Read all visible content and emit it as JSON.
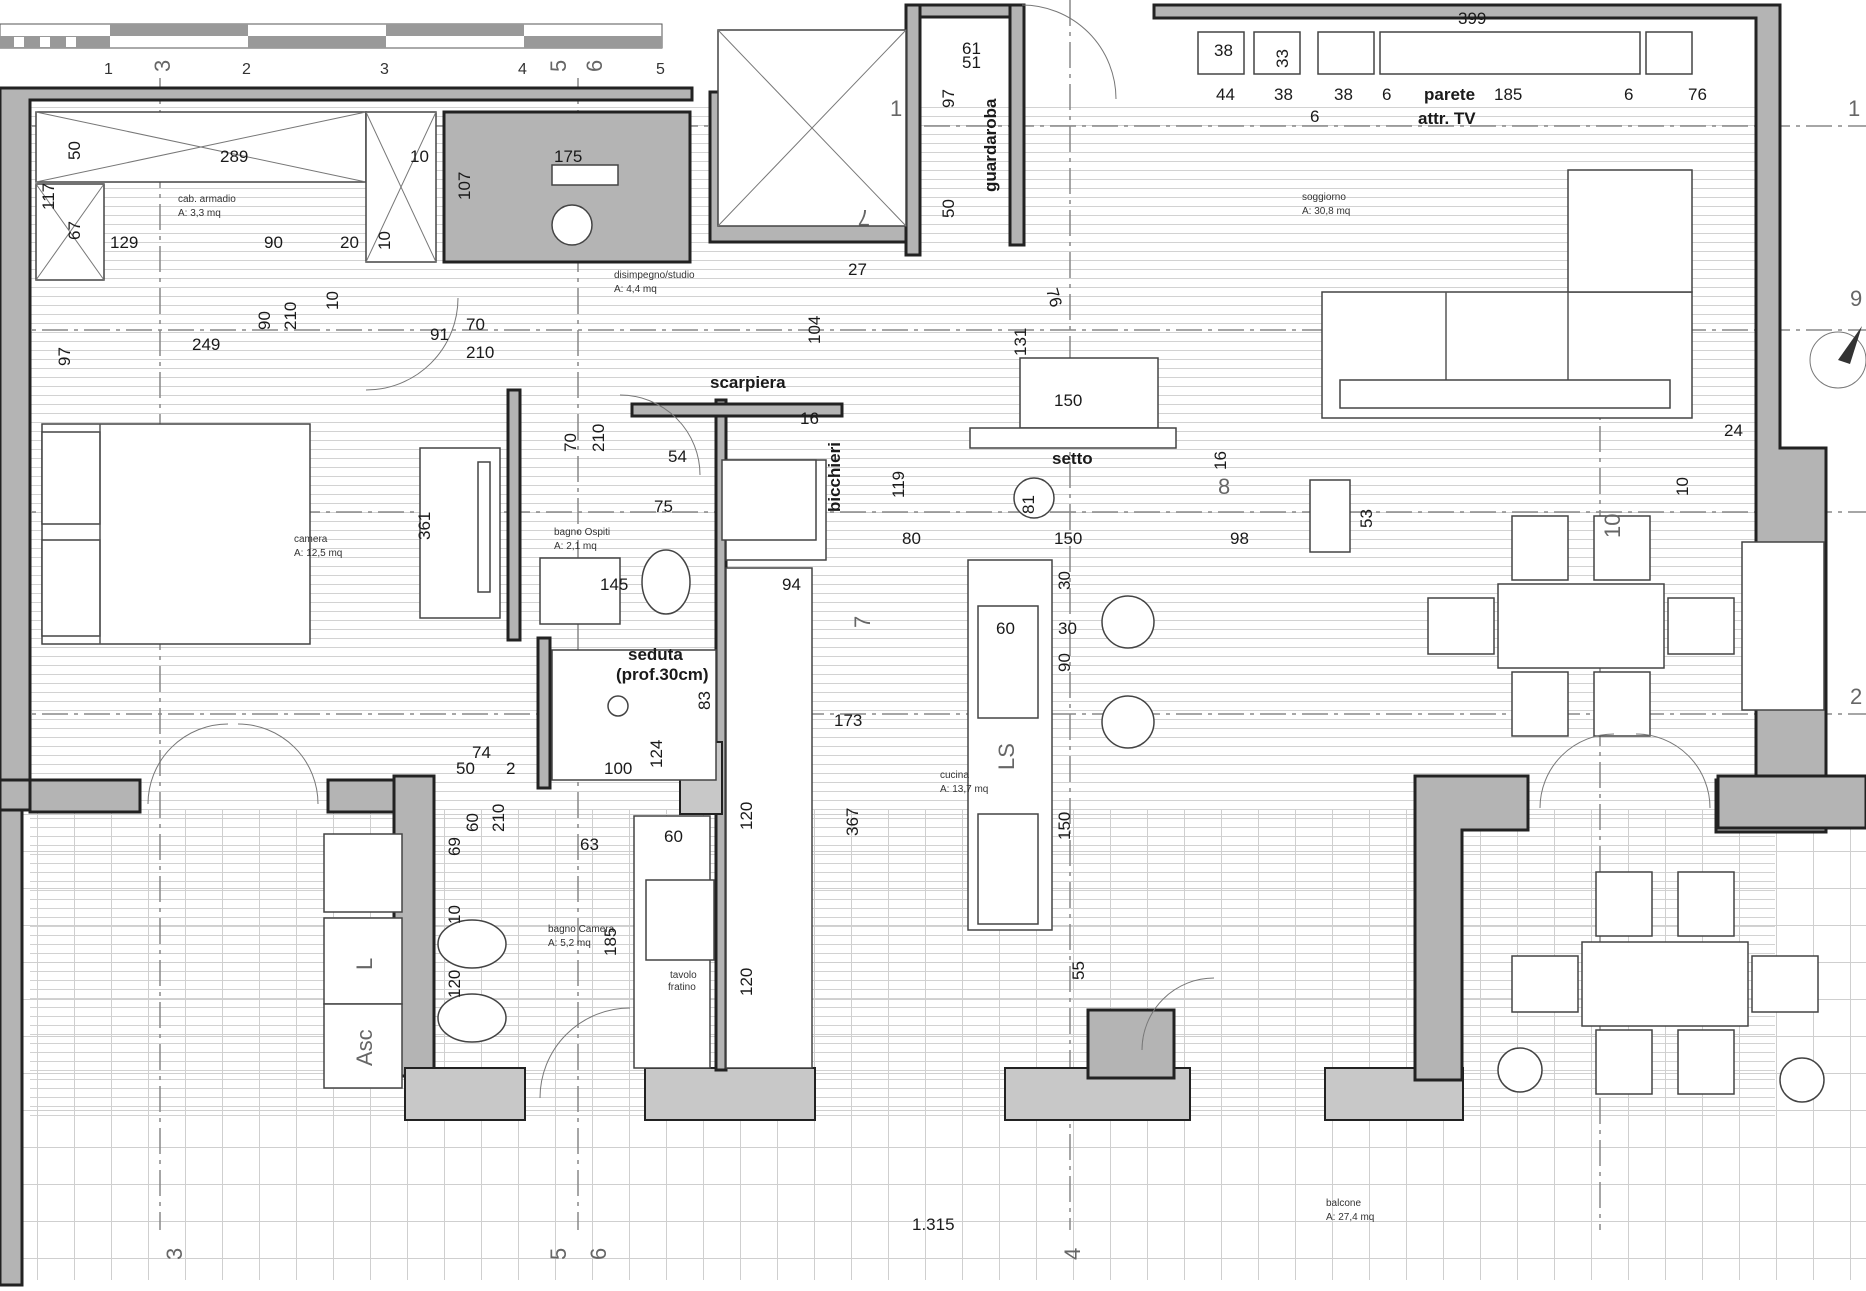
{
  "scale_bar": {
    "ticks": [
      "1",
      "2",
      "3",
      "4",
      "5"
    ]
  },
  "rooms": [
    {
      "name": "cab. armadio",
      "area": "A: 3,3 mq"
    },
    {
      "name": "disimpegno/studio",
      "area": "A: 4,4 mq"
    },
    {
      "name": "soggiorno",
      "area": "A: 30,8 mq"
    },
    {
      "name": "camera",
      "area": "A: 12,5 mq"
    },
    {
      "name": "bagno Ospiti",
      "area": "A: 2,1 mq"
    },
    {
      "name": "cucina",
      "area": "A: 13,7 mq"
    },
    {
      "name": "bagno Camera",
      "area": "A: 5,2 mq"
    },
    {
      "name": "balcone",
      "area": "A: 27,4 mq"
    }
  ],
  "labels": {
    "scarpiera": "scarpiera",
    "setto": "setto",
    "bicchieri": "bicchieri",
    "guardaroba": "guardaroba",
    "parete": "parete",
    "attr_tv": "attr. TV",
    "seduta": "seduta",
    "prof": "(prof.30cm)",
    "tavolo": "tavolo",
    "fratino": "fratino",
    "ls": "LS",
    "l": "L",
    "asc": "Asc"
  },
  "axis_labels": {
    "a1": "1",
    "a2": "2",
    "a3": "3",
    "a4": "4",
    "a5": "5",
    "a6": "6",
    "a7": "7",
    "a8": "8",
    "a9": "9",
    "a10": "10"
  },
  "dimensions": {
    "d399": "399",
    "d38a": "38",
    "d33": "33",
    "d61": "61",
    "d51": "51",
    "d44": "44",
    "d38b": "38",
    "d38c": "38",
    "d6a": "6",
    "d6b": "6",
    "d185a": "185",
    "d6c": "6",
    "d76a": "76",
    "d97a": "97",
    "d50a": "50",
    "d50b": "50",
    "d289": "289",
    "d175": "175",
    "d10a": "10",
    "d107": "107",
    "d117": "117",
    "d67": "67",
    "d129": "129",
    "d90a": "90",
    "d20": "20",
    "d10b": "10",
    "d27": "27",
    "d76b": "76",
    "d104": "104",
    "d131": "131",
    "d10c": "10",
    "d90b": "90",
    "d210a": "210",
    "d70a": "70",
    "d91": "91",
    "d97b": "97",
    "d249": "249",
    "d210b": "210",
    "d70b": "70",
    "d210c": "210",
    "d16a": "16",
    "d54": "54",
    "d75": "75",
    "d119": "119",
    "d150a": "150",
    "d16b": "16",
    "d24": "24",
    "d10d": "10",
    "d81": "81",
    "d53": "53",
    "d361": "361",
    "d80": "80",
    "d150b": "150",
    "d98": "98",
    "d145": "145",
    "d94": "94",
    "d30a": "30",
    "d60a": "60",
    "d30b": "30",
    "d90c": "90",
    "d83": "83",
    "d173": "173",
    "d124": "124",
    "d100": "100",
    "d74": "74",
    "d50c": "50",
    "d2": "2",
    "d120a": "120",
    "d367": "367",
    "d150c": "150",
    "d69": "69",
    "d60b": "60",
    "d210d": "210",
    "d63": "63",
    "d60c": "60",
    "d10e": "10",
    "d185b": "185",
    "d120b": "120",
    "d120c": "120",
    "d55": "55",
    "d1315": "1.315"
  }
}
